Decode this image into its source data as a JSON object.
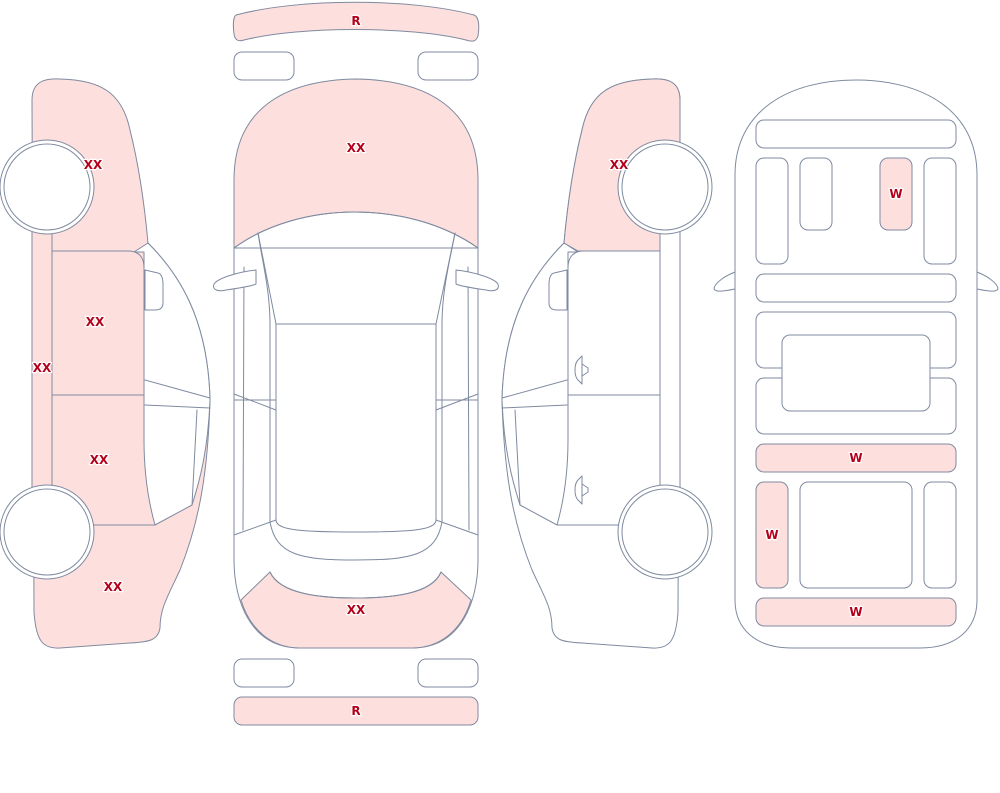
{
  "colors": {
    "damaged_fill": "#fde0de",
    "clean_fill": "#ffffff",
    "outline": "#7f8aa0",
    "label": "#b3001b"
  },
  "markers": {
    "rear_bumper_top": "R",
    "hood": "XX",
    "front_bumper_bottom": "R",
    "front_end": "XX",
    "left_front_fender": "XX",
    "left_rocker": "XX",
    "left_front_door": "XX",
    "left_rear_door": "XX",
    "left_rear_quarter": "XX",
    "right_front_fender": "XX",
    "interior_rear_seat": "W",
    "interior_cargo_strip": "W",
    "interior_left_panel": "W",
    "interior_bottom_strip": "W"
  }
}
